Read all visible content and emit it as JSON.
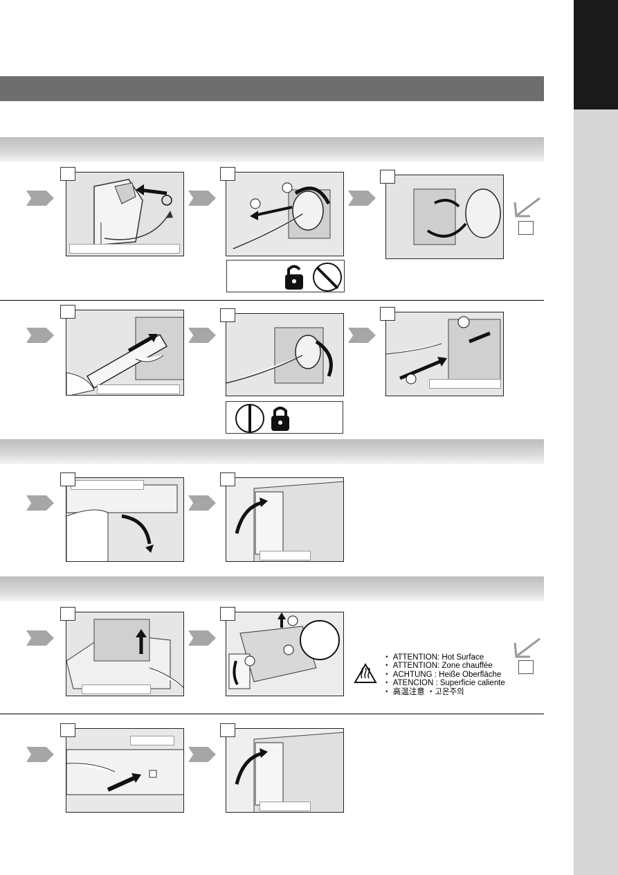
{
  "caution": {
    "lines": [
      "・ ATTENTION: Hot Surface",
      "・ ATTENTION: Zone chauffée",
      "・ ACHTUNG   : Heiße Oberfläche",
      "・ ATENCION  : Superficie caliente",
      "・ 高温注意   ・고온주의"
    ]
  },
  "icons": {
    "lock": "lock-icon",
    "unlock": "unlock-icon",
    "hot_surface": "hot-surface-icon",
    "step_arrow": "chevron-right-icon"
  },
  "colors": {
    "title_bar": "#6e6e6e",
    "side_tab_dark": "#1a1a1a",
    "side_tab_light": "#d6d6d6",
    "arrow": "#a6a6a6"
  }
}
